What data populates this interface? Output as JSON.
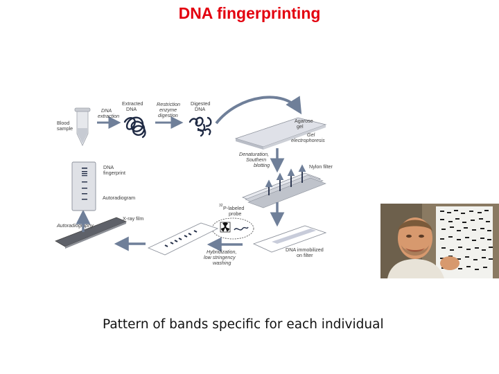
{
  "title": "DNA fingerprinting",
  "colors": {
    "title": "#e3000f",
    "arrow": "#6f7f99",
    "gel": "#dfe1e8",
    "dna_dark": "#1f2a44",
    "film": "#5e6169",
    "vial": "#c9ccd2"
  },
  "diagram": {
    "labels": {
      "blood_sample": [
        "Blood",
        "sample"
      ],
      "dna_extraction": [
        "DNA",
        "extraction"
      ],
      "extracted_dna": [
        "Extracted",
        "DNA"
      ],
      "restriction_digestion": [
        "Restriction",
        "enzyme",
        "digestion"
      ],
      "digested_dna": [
        "Digested",
        "DNA"
      ],
      "agarose_gel": [
        "Agarose",
        "gel"
      ],
      "gel_electrophoresis": [
        "Gel",
        "electrophoresis"
      ],
      "denaturation": [
        "Denaturation,",
        "Southern",
        "blotting"
      ],
      "nylon_filter": "Nylon filter",
      "dna_fingerprint": [
        "DNA",
        "fingerprint"
      ],
      "autoradiogram": "Autoradiogram",
      "labeled_probe": [
        "P-labeled",
        "probe"
      ],
      "labeled_probe_superscript": "32",
      "autoradiography": "Autoradiography",
      "xray_film": "X-ray film",
      "dna_immobilized": [
        "DNA immobilized",
        "on filter"
      ],
      "hybridization": [
        "Hybridization,",
        "low stringency",
        "washing"
      ]
    }
  },
  "caption": "Pattern of bands specific for each individual",
  "photo": {
    "icons": [
      "scientist-portrait",
      "autoradiogram-film"
    ]
  }
}
